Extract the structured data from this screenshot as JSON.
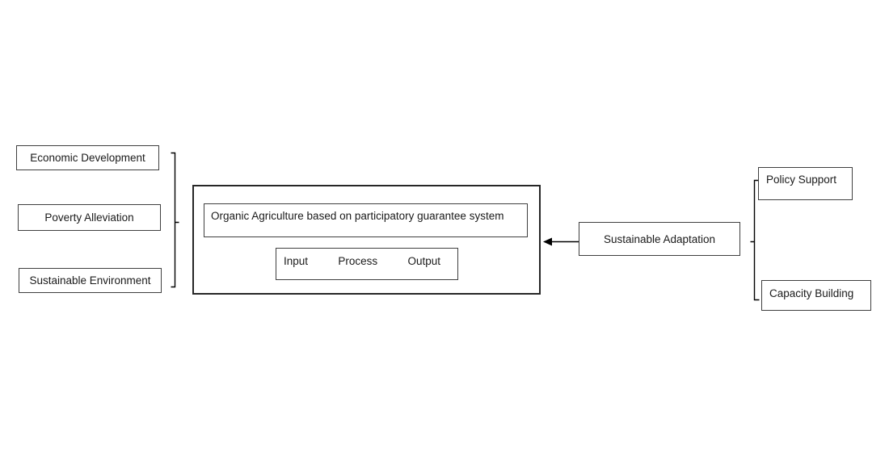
{
  "diagram": {
    "outcomes": [
      {
        "label": "Economic Development"
      },
      {
        "label": "Poverty Alleviation"
      },
      {
        "label": "Sustainable Environment"
      }
    ],
    "core": {
      "title": "Organic Agriculture based on participatory guarantee system",
      "stages": [
        {
          "label": "Input"
        },
        {
          "label": "Process"
        },
        {
          "label": "Output"
        }
      ]
    },
    "driver": {
      "label": "Sustainable Adaptation"
    },
    "supports": [
      {
        "label": "Policy Support"
      },
      {
        "label": "Capacity Building"
      }
    ],
    "colors": {
      "background": "#ffffff",
      "box_border": "#3f3f3f",
      "outer_box_border": "#262626",
      "line": "#000000",
      "text": "#1a1a1a"
    }
  }
}
